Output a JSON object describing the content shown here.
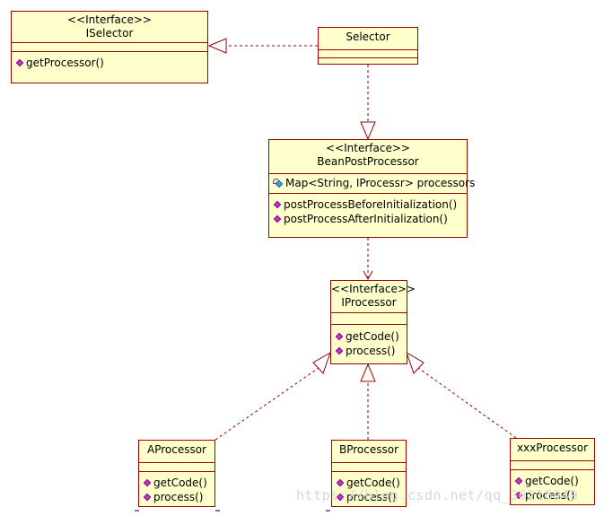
{
  "colors": {
    "class_fill": "#ffffcc",
    "class_border": "#990000",
    "edge": "#990000",
    "operation_icon": "#cc33cc"
  },
  "classes": {
    "iselector": {
      "stereotype": "<<Interface>>",
      "name": "ISelector",
      "operations": [
        "getProcessor()"
      ]
    },
    "selector": {
      "name": "Selector"
    },
    "beanpostprocessor": {
      "stereotype": "<<Interface>>",
      "name": "BeanPostProcessor",
      "attributes": [
        "Map<String, IProcessr> processors"
      ],
      "operations": [
        "postProcessBeforeInitialization()",
        "postProcessAfterInitialization()"
      ]
    },
    "iprocessor": {
      "stereotype": "<<Interface>>",
      "name": "IProcessor",
      "operations": [
        "getCode()",
        "process()"
      ]
    },
    "aprocessor": {
      "name": "AProcessor",
      "operations": [
        "getCode()",
        "process()"
      ]
    },
    "bprocessor": {
      "name": "BProcessor",
      "operations": [
        "getCode()",
        "process()"
      ]
    },
    "xxxprocessor": {
      "name": "xxxProcessor",
      "operations": [
        "getCode()",
        "process()"
      ]
    }
  },
  "watermark": "https://blog.csdn.net/qq_36216949"
}
